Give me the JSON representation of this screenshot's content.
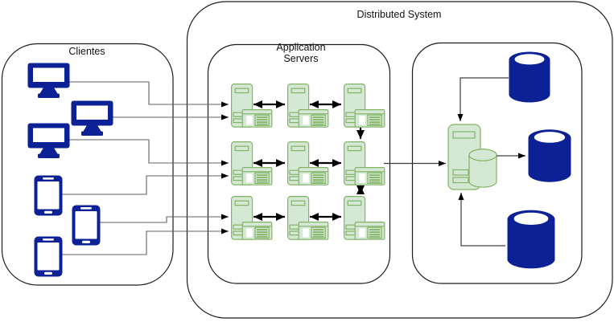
{
  "diagram": {
    "outer_label": "Distributed System",
    "clients": {
      "label": "Clientes",
      "desktop_count": 3,
      "smartphone_count": 3
    },
    "app_servers": {
      "label_line1": "Application",
      "label_line2": "Servers",
      "rows": 3,
      "columns": 3,
      "server_count": 9
    },
    "storage": {
      "storage_server_count": 1,
      "database_count": 3
    }
  },
  "icons": {
    "desktop": "desktop-icon",
    "smartphone": "smartphone-icon",
    "application_server": "app-server-icon",
    "storage_server": "storage-server-icon",
    "green_database": "green-database-icon",
    "database": "database-icon",
    "arrowhead": "arrowhead-icon"
  },
  "colors": {
    "navy": "#0d2196",
    "green-fill": "#d5e8d4",
    "green-stroke": "#82b366",
    "line-gray": "#616161",
    "arrow-black": "#000000",
    "box-stroke": "#1c1c1c"
  }
}
